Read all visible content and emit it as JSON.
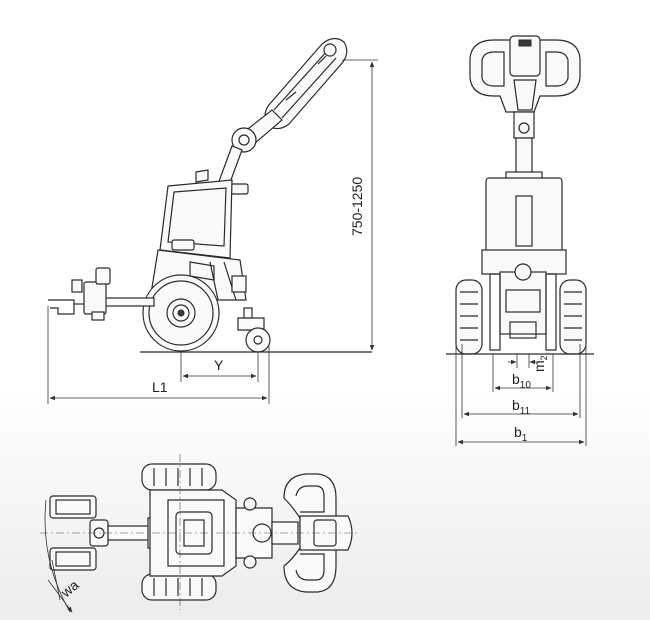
{
  "labels": {
    "height": "750-1250",
    "l1": "L1",
    "y": "Y",
    "m2": "m",
    "m2_sub": "2",
    "b10": "b",
    "b10_sub": "10",
    "b11": "b",
    "b11_sub": "11",
    "b1": "b",
    "b1_sub": "1",
    "wa": "wa"
  }
}
